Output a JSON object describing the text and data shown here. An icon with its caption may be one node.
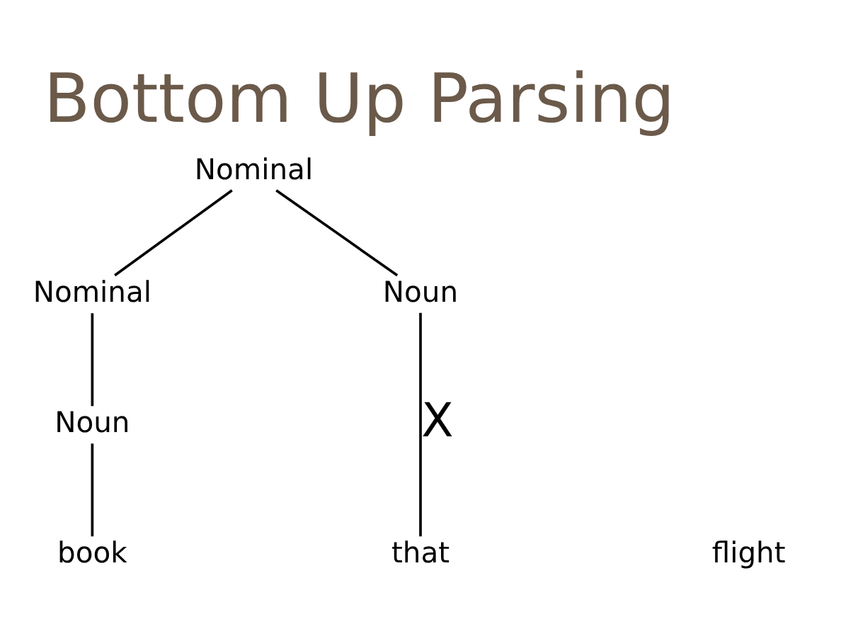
{
  "diagram": {
    "title": "Bottom Up Parsing",
    "nodes": [
      {
        "text": [
          "Nominal"
        ]
      },
      {
        "text": [
          "Nominal"
        ]
      },
      {
        "text": [
          "Noun"
        ]
      },
      {
        "text": [
          "Noun"
        ]
      },
      {
        "text": [
          "book"
        ]
      },
      {
        "text": [
          "that"
        ]
      },
      {
        "text": [
          "flight"
        ]
      }
    ],
    "edges": [
      {
        "from": 0,
        "to": 1,
        "arrow": "none"
      },
      {
        "from": 0,
        "to": 2,
        "arrow": "none"
      },
      {
        "from": 1,
        "to": 3,
        "arrow": "none"
      },
      {
        "from": 3,
        "to": 4,
        "arrow": "none"
      },
      {
        "from": 2,
        "to": 5,
        "arrow": "none",
        "label": "X"
      }
    ]
  }
}
